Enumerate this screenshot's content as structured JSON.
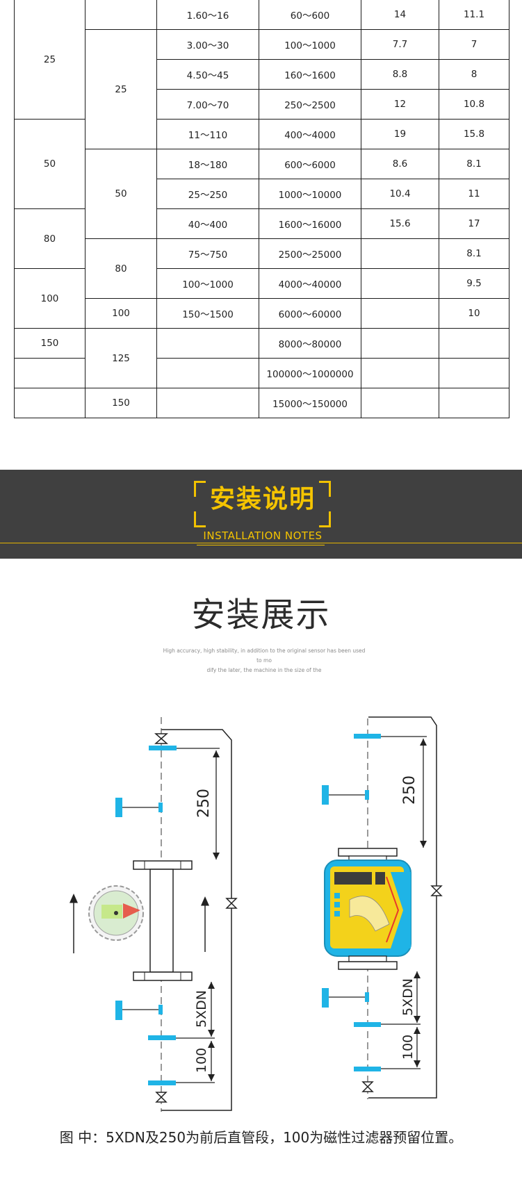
{
  "table": {
    "rows": [
      [
        {
          "v": "25",
          "rs": 4
        },
        {
          "v": "",
          "rs": 1
        },
        {
          "v": "1.60～16",
          "rs": 1
        },
        {
          "v": "60～600",
          "rs": 1
        },
        {
          "v": "14",
          "rs": 1
        },
        {
          "v": "11.1",
          "rs": 1
        }
      ],
      [
        {
          "v": "25",
          "rs": 4
        },
        {
          "v": "3.00～30",
          "rs": 1
        },
        {
          "v": "100～1000",
          "rs": 1
        },
        {
          "v": "7.7",
          "rs": 1
        },
        {
          "v": "7",
          "rs": 1
        }
      ],
      [
        {
          "v": "4.50～45",
          "rs": 1
        },
        {
          "v": "160～1600",
          "rs": 1
        },
        {
          "v": "8.8",
          "rs": 1
        },
        {
          "v": "8",
          "rs": 1
        }
      ],
      [
        {
          "v": "7.00～70",
          "rs": 1
        },
        {
          "v": "250～2500",
          "rs": 1
        },
        {
          "v": "12",
          "rs": 1
        },
        {
          "v": "10.8",
          "rs": 1
        }
      ],
      [
        {
          "v": "50",
          "rs": 3
        },
        {
          "v": "11～110",
          "rs": 1
        },
        {
          "v": "400～4000",
          "rs": 1
        },
        {
          "v": "19",
          "rs": 1
        },
        {
          "v": "15.8",
          "rs": 1
        }
      ],
      [
        {
          "v": "50",
          "rs": 3
        },
        {
          "v": "18～180",
          "rs": 1
        },
        {
          "v": "600～6000",
          "rs": 1
        },
        {
          "v": "8.6",
          "rs": 1
        },
        {
          "v": "8.1",
          "rs": 1
        }
      ],
      [
        {
          "v": "25～250",
          "rs": 1
        },
        {
          "v": "1000～10000",
          "rs": 1
        },
        {
          "v": "10.4",
          "rs": 1
        },
        {
          "v": "11",
          "rs": 1
        }
      ],
      [
        {
          "v": "80",
          "rs": 2
        },
        {
          "v": "40～400",
          "rs": 1
        },
        {
          "v": "1600～16000",
          "rs": 1
        },
        {
          "v": "15.6",
          "rs": 1
        },
        {
          "v": "17",
          "rs": 1
        }
      ],
      [
        {
          "v": "80",
          "rs": 2
        },
        {
          "v": "75～750",
          "rs": 1
        },
        {
          "v": "2500～25000",
          "rs": 1
        },
        {
          "v": "",
          "rs": 1
        },
        {
          "v": "8.1",
          "rs": 1
        }
      ],
      [
        {
          "v": "100",
          "rs": 2
        },
        {
          "v": "100～1000",
          "rs": 1
        },
        {
          "v": "4000～40000",
          "rs": 1
        },
        {
          "v": "",
          "rs": 1
        },
        {
          "v": "9.5",
          "rs": 1
        }
      ],
      [
        {
          "v": "100",
          "rs": 1
        },
        {
          "v": "150～1500",
          "rs": 1
        },
        {
          "v": "6000～60000",
          "rs": 1
        },
        {
          "v": "",
          "rs": 1
        },
        {
          "v": "10",
          "rs": 1
        }
      ],
      [
        {
          "v": "150",
          "rs": 1
        },
        {
          "v": "125",
          "rs": 2
        },
        {
          "v": "",
          "rs": 1
        },
        {
          "v": "8000～80000",
          "rs": 1
        },
        {
          "v": "",
          "rs": 1
        },
        {
          "v": "",
          "rs": 1
        }
      ],
      [
        {
          "v": "",
          "rs": 1
        },
        {
          "v": "",
          "rs": 1
        },
        {
          "v": "100000～1000000",
          "rs": 1
        },
        {
          "v": "",
          "rs": 1
        },
        {
          "v": "",
          "rs": 1
        }
      ],
      [
        {
          "v": "",
          "rs": 1
        },
        {
          "v": "150",
          "rs": 1
        },
        {
          "v": "",
          "rs": 1
        },
        {
          "v": "15000～150000",
          "rs": 1
        },
        {
          "v": "",
          "rs": 1
        },
        {
          "v": "",
          "rs": 1
        }
      ]
    ]
  },
  "banner": {
    "title": "安装说明",
    "subtitle": "INSTALLATION NOTES"
  },
  "install": {
    "title": "安装展示",
    "desc_line1": "High accuracy, high stability, in addition to the original sensor has been used to mo",
    "desc_line2": "dify the later, the machine in the size of the",
    "left_dim_upper": "250",
    "left_dim_lower_a": "5XDN",
    "left_dim_lower_b": "100",
    "right_dim_upper": "250",
    "right_dim_lower_a": "5XDN",
    "right_dim_lower_b": "100",
    "caption": "图 中：5XDN及250为前后直管段，100为磁性过滤器预留位置。"
  },
  "colors": {
    "banner_bg": "#404040",
    "accent_yellow": "#f5c400",
    "pipe_blue": "#1fb4e6",
    "meter_yellow": "#f3d21b"
  }
}
